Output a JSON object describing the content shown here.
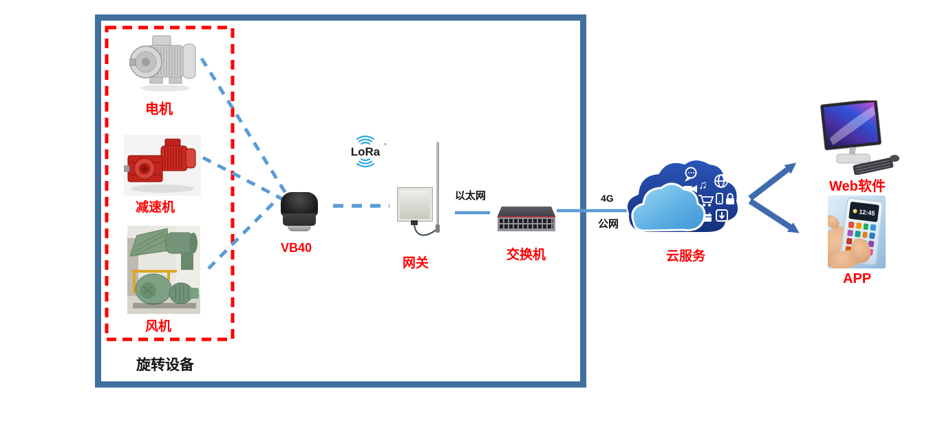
{
  "diagram": {
    "boundary": {
      "label": "旋转设备"
    },
    "equipment": {
      "motor": {
        "label": "电机"
      },
      "reducer": {
        "label": "减速机"
      },
      "fan": {
        "label": "风机"
      }
    },
    "sensor": {
      "label": "VB40"
    },
    "lora": {
      "text": "LoRa",
      "mark": "™"
    },
    "gateway": {
      "label": "网关"
    },
    "switch": {
      "label": "交换机"
    },
    "cloud": {
      "label": "云服务"
    },
    "links": {
      "ethernet": "以太网",
      "wan_top": "4G",
      "wan_bottom": "公网"
    },
    "endpoints": {
      "web": {
        "label": "Web软件"
      },
      "app": {
        "label": "APP",
        "phone_time": "12:45"
      }
    }
  },
  "colors": {
    "boundary_frame": "#41709F",
    "equipment_frame": "#FE0000",
    "label_red": "#FE0000",
    "connector_blue": "#5B9BD5",
    "arrow_blue": "#3E6CAE",
    "lora_cyan": "#29ABE2",
    "cloud_dark": "#1D3E8E",
    "cloud_light": "#6FBDE8"
  }
}
